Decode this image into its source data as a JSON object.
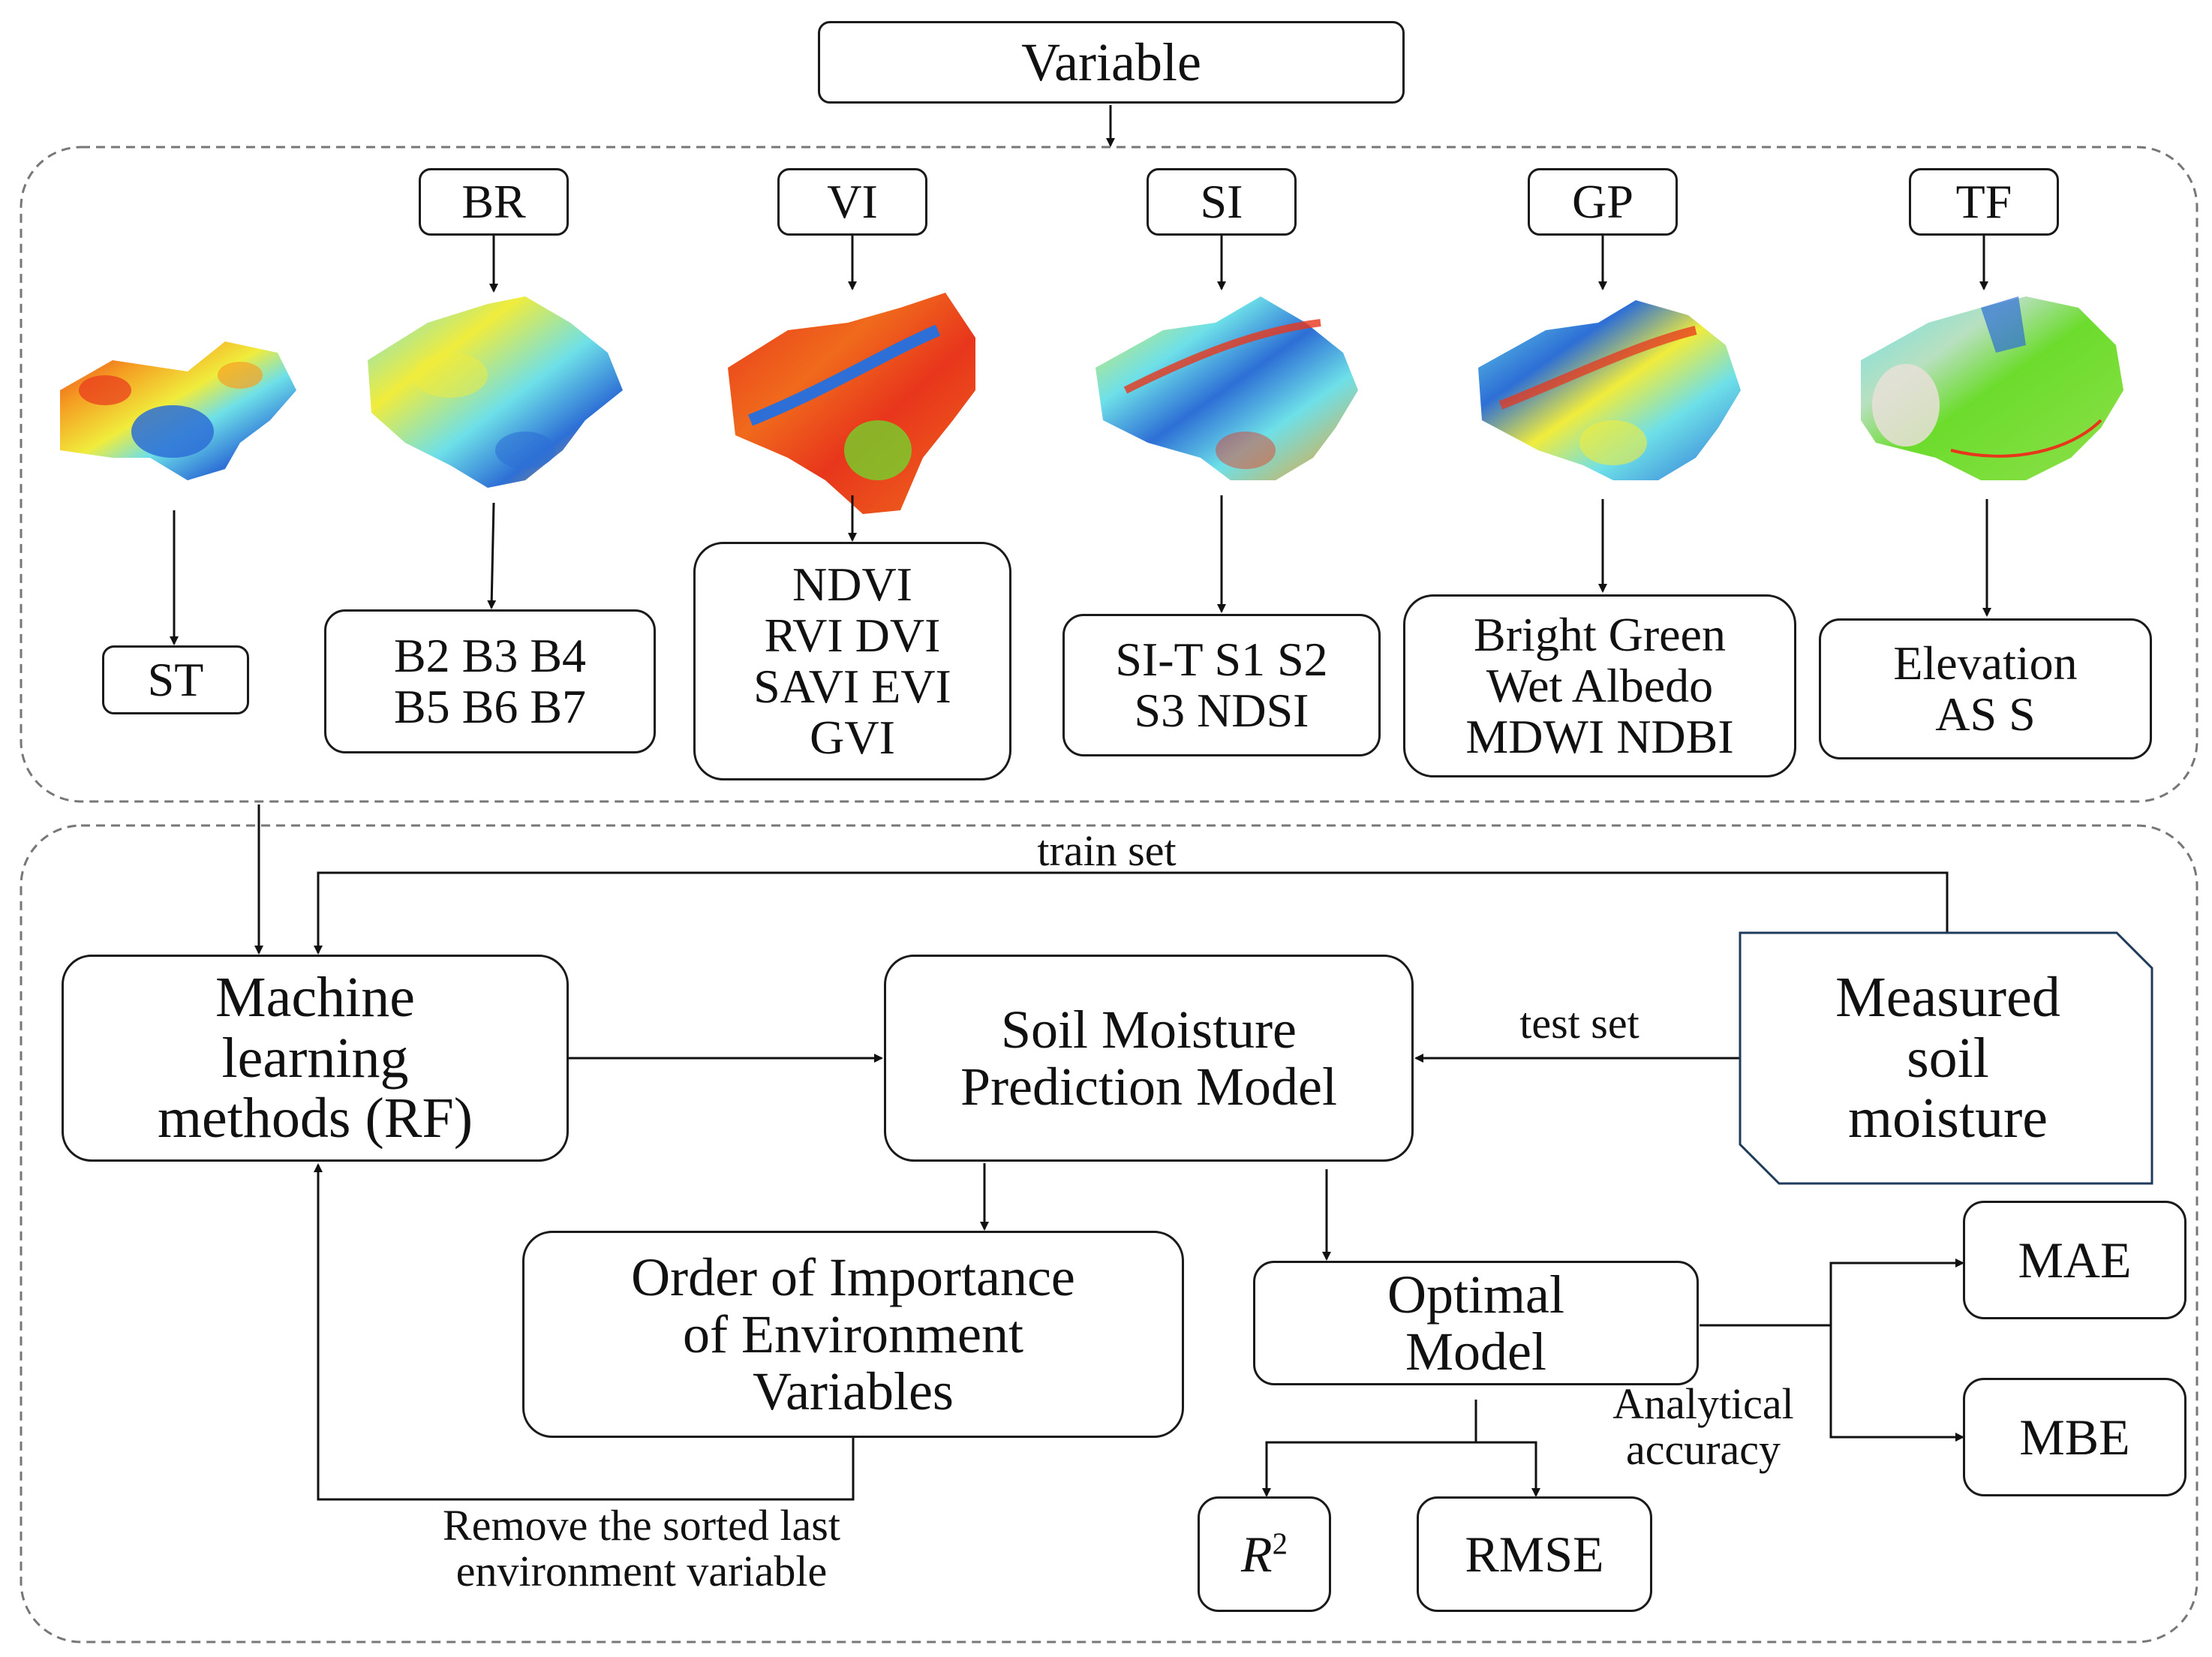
{
  "variable": "Variable",
  "categories": {
    "br": {
      "label": "BR",
      "items": [
        "B2  B3  B4",
        "B5  B6  B7"
      ]
    },
    "vi": {
      "label": "VI",
      "items": [
        "NDVI",
        "RVI  DVI",
        "SAVI  EVI",
        "GVI"
      ]
    },
    "si": {
      "label": "SI",
      "items": [
        "SI-T  S1  S2",
        "S3  NDSI"
      ]
    },
    "gp": {
      "label": "GP",
      "items": [
        "Bright  Green",
        "Wet  Albedo",
        "MDWI  NDBI"
      ]
    },
    "tf": {
      "label": "TF",
      "items": [
        "Elevation",
        "AS  S"
      ]
    },
    "st": {
      "label": "ST"
    }
  },
  "workflow": {
    "train_set": "train set",
    "test_set": "test set",
    "ml_methods": [
      "Machine",
      "learning",
      "methods (RF)"
    ],
    "prediction_model": [
      "Soil Moisture",
      "Prediction Model"
    ],
    "measured": [
      "Measured",
      "soil",
      "moisture"
    ],
    "importance": [
      "Order of Importance",
      "of Environment",
      "Variables"
    ],
    "remove_loop": [
      "Remove the sorted last",
      "environment variable"
    ],
    "optimal_model": [
      "Optimal",
      "Model"
    ],
    "analytical_accuracy": [
      "Analytical",
      "accuracy"
    ],
    "metrics": {
      "r2_base": "R",
      "r2_sup": "2",
      "rmse": "RMSE",
      "mae": "MAE",
      "mbe": "MBE"
    }
  },
  "colors": {
    "map_red": "#e8361c",
    "map_orange": "#f5a123",
    "map_yellow": "#f0ec3c",
    "map_cyan": "#6ee0e8",
    "map_blue": "#2d6fd6",
    "map_green": "#6cdc2c",
    "measured_border": "#1f3b5c"
  }
}
